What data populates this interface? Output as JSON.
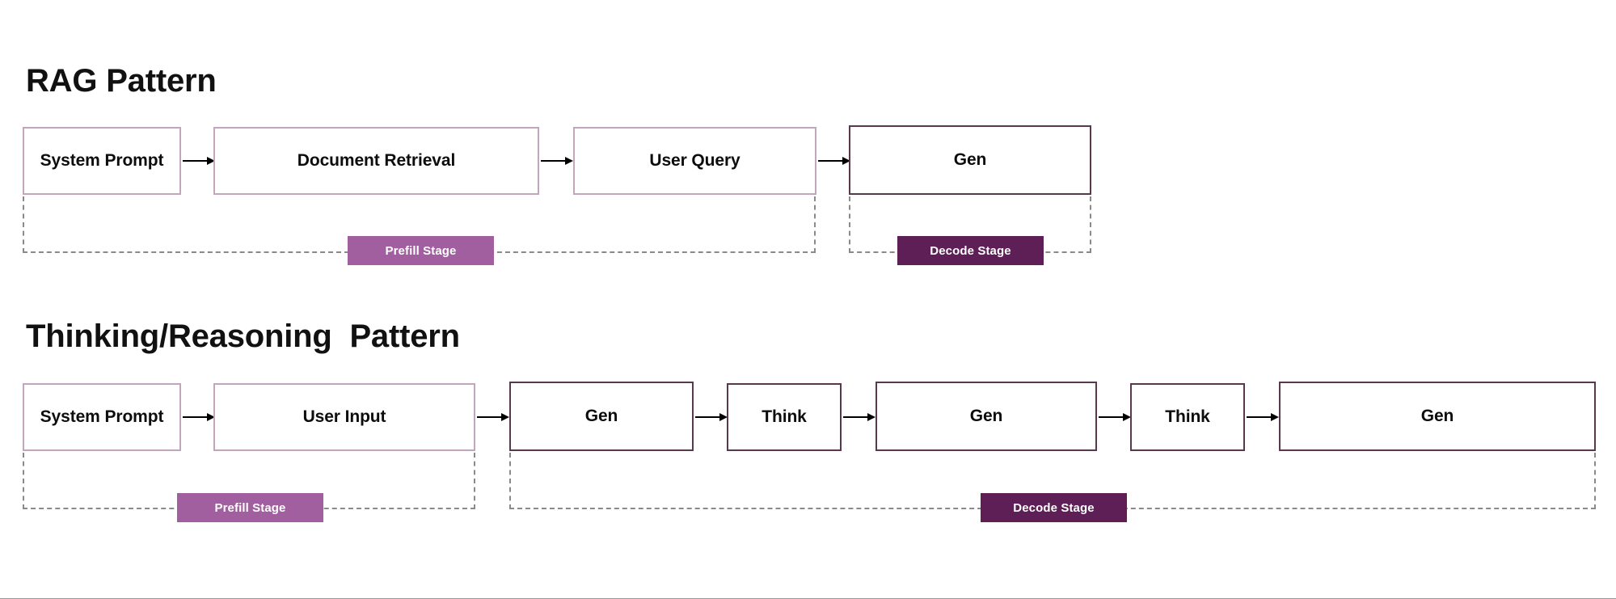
{
  "page": {
    "background_color": "#ffffff",
    "divider_color": "#9a9a9a"
  },
  "colors": {
    "box_border_light": "#c3a6bd",
    "box_border_accent": "#58374f",
    "prefill_badge": "#a15fa0",
    "decode_badge": "#5d1f55",
    "bracket_dash": "#8a8a8a",
    "text": "#0d0d0d",
    "arrow": "#000000"
  },
  "sections": [
    {
      "id": "rag",
      "title": "RAG Pattern",
      "boxes": [
        {
          "label": "System Prompt",
          "style": "light"
        },
        {
          "label": "Document Retrieval",
          "style": "light"
        },
        {
          "label": "User Query",
          "style": "light"
        },
        {
          "label": "Gen",
          "style": "accent"
        }
      ],
      "stages": [
        {
          "label": "Prefill Stage",
          "style": "prefill",
          "covers": "System Prompt, Document Retrieval, User Query"
        },
        {
          "label": "Decode Stage",
          "style": "decode",
          "covers": "Gen"
        }
      ]
    },
    {
      "id": "thinking",
      "title": "Thinking/Reasoning  Pattern",
      "boxes": [
        {
          "label": "System Prompt",
          "style": "light"
        },
        {
          "label": "User Input",
          "style": "light"
        },
        {
          "label": "Gen",
          "style": "accent"
        },
        {
          "label": "Think",
          "style": "accent"
        },
        {
          "label": "Gen",
          "style": "accent"
        },
        {
          "label": "Think",
          "style": "accent"
        },
        {
          "label": "Gen",
          "style": "accent"
        }
      ],
      "stages": [
        {
          "label": "Prefill Stage",
          "style": "prefill",
          "covers": "System Prompt, User Input"
        },
        {
          "label": "Decode Stage",
          "style": "decode",
          "covers": "Gen, Think, Gen, Think, Gen"
        }
      ]
    }
  ],
  "icons": {
    "arrow": "arrow-right-icon"
  }
}
